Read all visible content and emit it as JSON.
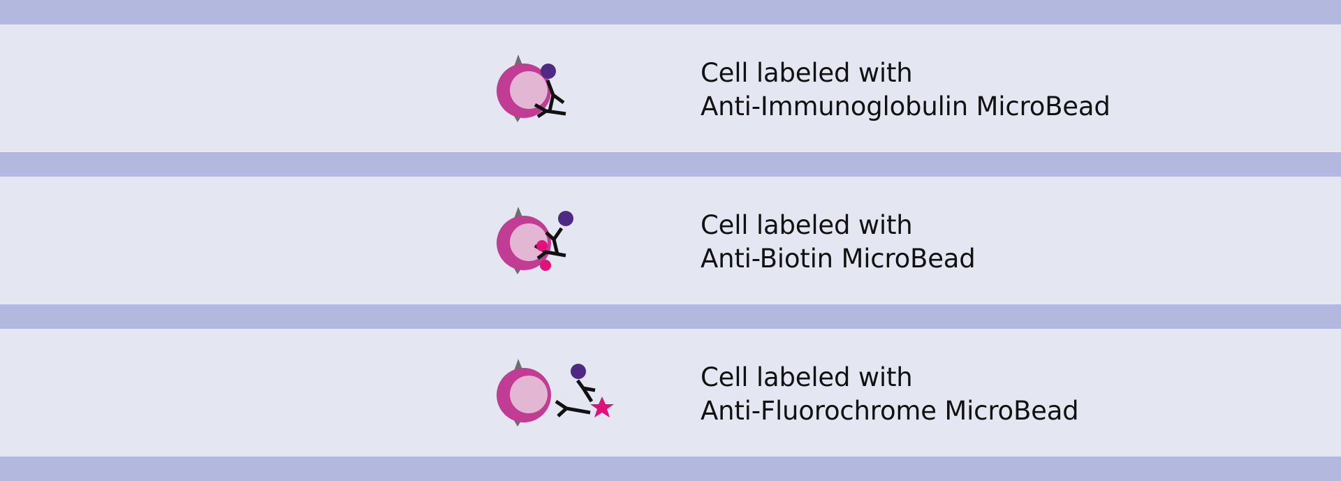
{
  "rows": [
    {
      "line1": "Cell labeled with",
      "line2": "Anti-Immunoglobulin MicroBead"
    },
    {
      "line1": "Cell labeled with",
      "line2": "Anti-Biotin MicroBead"
    },
    {
      "line1": "Cell labeled with",
      "line2": "Anti-Fluorochrome MicroBead"
    }
  ],
  "colors": {
    "band": "#b3b9de",
    "panel": "#e4e6f2",
    "cell_outer": "#c13d93",
    "cell_inner": "#e3b6d3",
    "bead": "#4f2a85",
    "tag": "#e0127a",
    "receptor": "#6e6e6e",
    "antibody": "#111111"
  }
}
